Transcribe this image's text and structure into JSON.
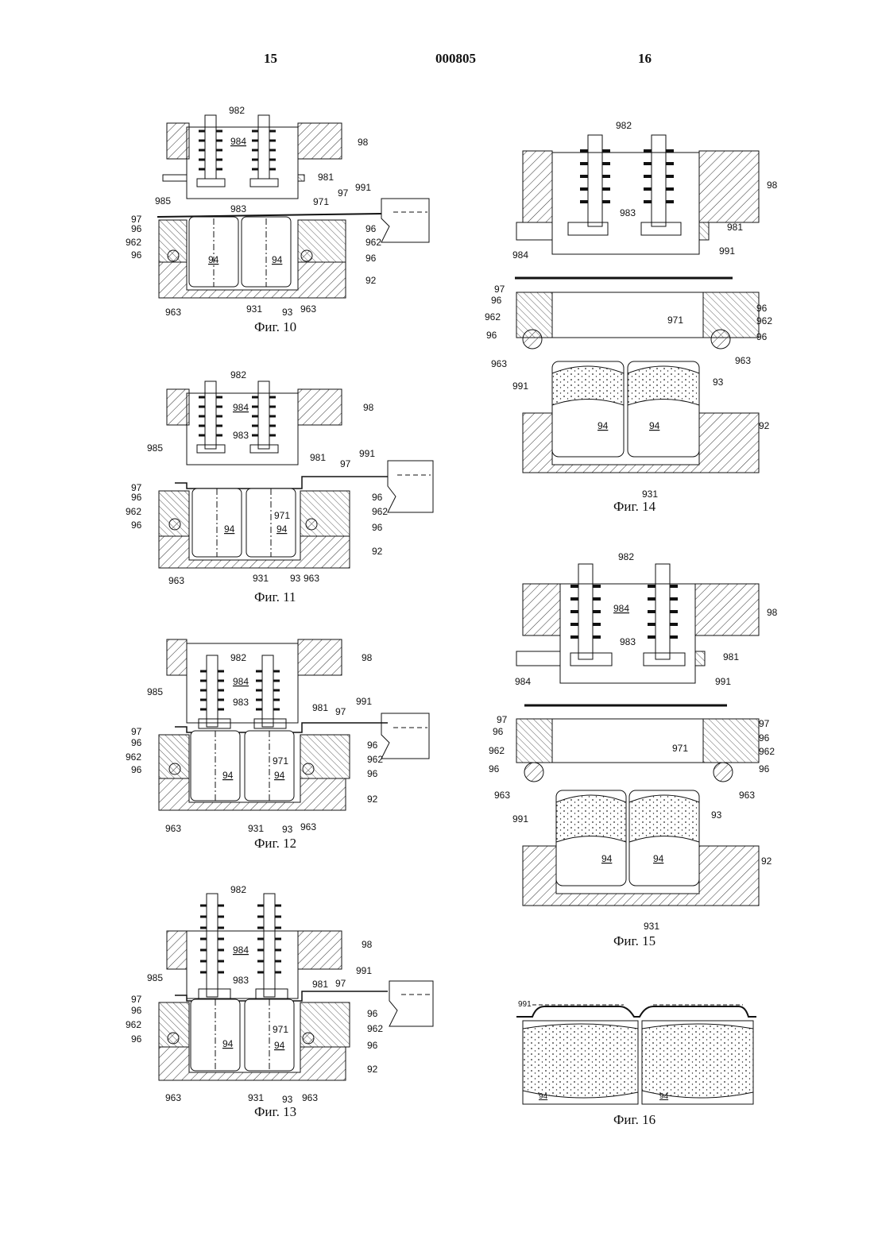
{
  "header": {
    "left": "15",
    "center": "000805",
    "right": "16"
  },
  "figures": [
    {
      "caption": "Фиг. 10",
      "labels": {
        "a982": "982",
        "a984": "984",
        "a98": "98",
        "a981": "981",
        "a985": "985",
        "a983": "983",
        "a97t": "97",
        "a991": "991",
        "a971": "971",
        "l97": "97",
        "l96a": "96",
        "l962": "962",
        "l96b": "96",
        "r96a": "96",
        "r962": "962",
        "r96b": "96",
        "r92": "92",
        "c94a": "94",
        "c94b": "94",
        "b963a": "963",
        "b931": "931",
        "b93": "93",
        "b963b": "963"
      }
    },
    {
      "caption": "Фиг. 11",
      "labels": {
        "a982": "982",
        "a984": "984",
        "a98": "98",
        "a985": "985",
        "a983": "983",
        "a981": "981",
        "a97t": "97",
        "a991": "991",
        "l97": "97",
        "l96a": "96",
        "l962": "962",
        "l96b": "96",
        "r96a": "96",
        "r962": "962",
        "r96b": "96",
        "r92": "92",
        "a971": "971",
        "c94a": "94",
        "c94b": "94",
        "b963a": "963",
        "b931": "931",
        "b93": "93",
        "b963b": "963"
      }
    },
    {
      "caption": "Фиг. 12",
      "labels": {
        "a982": "982",
        "a984": "984",
        "a98": "98",
        "a985": "985",
        "a983": "983",
        "a981": "981",
        "a97t": "97",
        "a991": "991",
        "l97": "97",
        "l96a": "96",
        "l962": "962",
        "l96b": "96",
        "r96a": "96",
        "r962": "962",
        "r96b": "96",
        "r92": "92",
        "a971": "971",
        "c94a": "94",
        "c94b": "94",
        "b963a": "963",
        "b931": "931",
        "b93": "93",
        "b963b": "963"
      }
    },
    {
      "caption": "Фиг. 13",
      "labels": {
        "a982": "982",
        "a984": "984",
        "a98": "98",
        "a985": "985",
        "a983": "983",
        "a981": "981",
        "a97t": "97",
        "a991": "991",
        "l97": "97",
        "l96a": "96",
        "l962": "962",
        "l96b": "96",
        "r96a": "96",
        "r962": "962",
        "r96b": "96",
        "r92": "92",
        "a971": "971",
        "c94a": "94",
        "c94b": "94",
        "b963a": "963",
        "b931": "931",
        "b93": "93",
        "b963b": "963"
      }
    },
    {
      "caption": "Фиг. 14",
      "labels": {
        "a982": "982",
        "a98": "98",
        "a983": "983",
        "a981": "981",
        "a984": "984",
        "a991": "991",
        "l97": "97",
        "l96a": "96",
        "l962": "962",
        "l96b": "96",
        "r96a": "96",
        "r962": "962",
        "r96b": "96",
        "a971": "971",
        "l963": "963",
        "r963": "963",
        "c991": "991",
        "c93": "93",
        "c94a": "94",
        "c94b": "94",
        "r92": "92",
        "b931": "931"
      }
    },
    {
      "caption": "Фиг. 15",
      "labels": {
        "a982": "982",
        "a984": "984",
        "a98": "98",
        "a983": "983",
        "a981": "981",
        "b984": "984",
        "a991": "991",
        "l97": "97",
        "l96a": "96",
        "l962": "962",
        "l96b": "96",
        "r97": "97",
        "r96a": "96",
        "r962": "962",
        "r96b": "96",
        "a971": "971",
        "l963": "963",
        "r963": "963",
        "c991": "991",
        "c93": "93",
        "c94a": "94",
        "c94b": "94",
        "r92": "92",
        "b931": "931"
      }
    },
    {
      "caption": "Фиг. 16",
      "labels": {
        "a991": "991",
        "c94a": "94",
        "c94b": "94"
      }
    }
  ]
}
